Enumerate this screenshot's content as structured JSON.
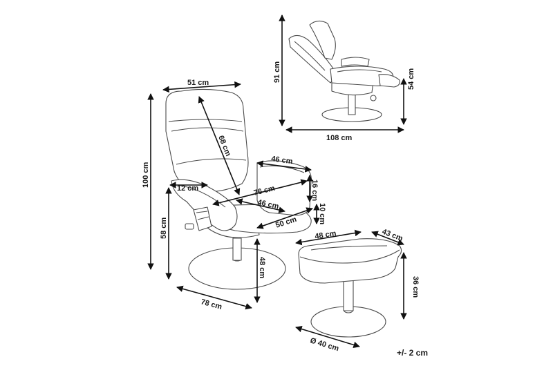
{
  "labels": {
    "chair_width": "51 cm",
    "chair_height": "100 cm",
    "back_height": "68 cm",
    "arm_depth": "46 cm",
    "arm_width": "12 cm",
    "arm_thickness": "16 cm",
    "recline_length": "76 cm",
    "seat_width": "46 cm",
    "seat_depth": "50 cm",
    "seat_thickness": "10 cm",
    "arm_height": "58 cm",
    "seat_height": "48 cm",
    "base_diameter": "78 cm",
    "recline_height": "91 cm",
    "recline_depth": "108 cm",
    "recline_seat_height": "54 cm",
    "ottoman_width": "48 cm",
    "ottoman_depth": "43 cm",
    "ottoman_height": "36 cm",
    "ottoman_base": "Ø 40 cm"
  },
  "tolerance": "+/- 2 cm"
}
